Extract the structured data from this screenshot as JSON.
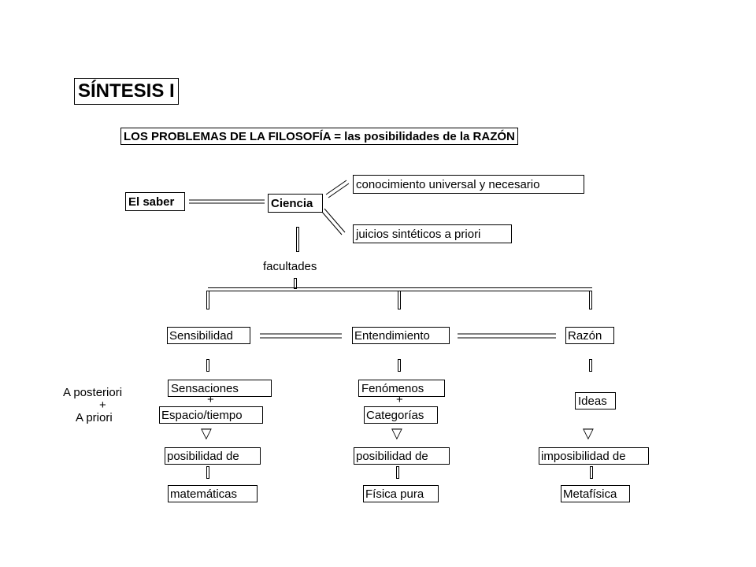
{
  "title": "SÍNTESIS I",
  "subtitle": "LOS PROBLEMAS DE LA FILOSOFÍA = las posibilidades de la RAZÓN",
  "nodes": {
    "saber": "El saber",
    "ciencia": "Ciencia",
    "conocimiento": "conocimiento universal y necesario",
    "juicios": "juicios sintéticos a priori",
    "facultades": "facultades",
    "sensibilidad": "Sensibilidad",
    "entendimiento": "Entendimiento",
    "razon": "Razón",
    "sensaciones": "Sensaciones",
    "espacio_tiempo": "Espacio/tiempo",
    "fenomenos": "Fenómenos",
    "categorias": "Categorías",
    "ideas": "Ideas",
    "posibilidad_1": "posibilidad de",
    "posibilidad_2": "posibilidad de",
    "imposibilidad": "imposibilidad de",
    "matematicas": "matemáticas",
    "fisica_pura": "Física pura",
    "metafisica": "Metafísica",
    "plus": "+",
    "triangle": "▽",
    "a_posteriori": "A posteriori",
    "plus_left": "+",
    "a_priori": "A  priori"
  }
}
